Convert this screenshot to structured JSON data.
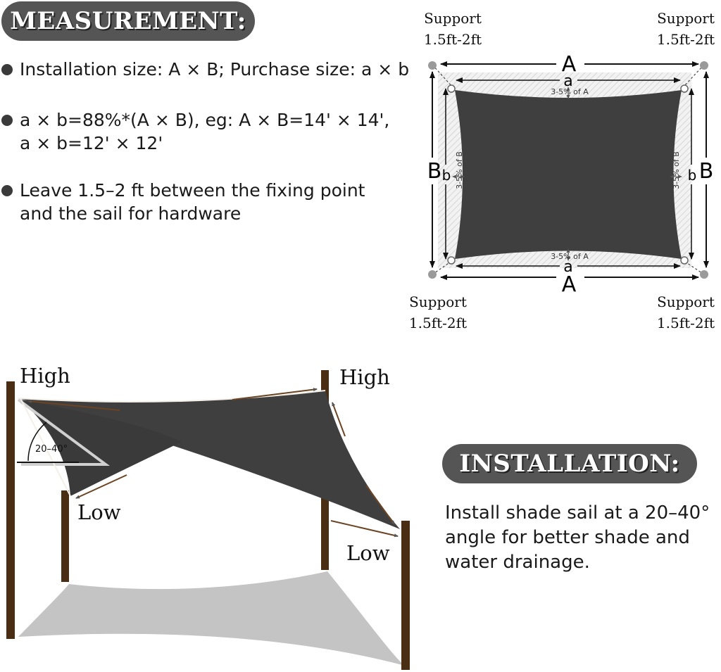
{
  "measurement": {
    "title": "MEASUREMENT:",
    "bullets": [
      "Installation size: A × B; Purchase size: a × b",
      "a × b=88%*(A × B), eg: A × B=14' × 14',",
      "a × b=12' × 12'",
      "Leave 1.5–2 ft between the fixing point",
      "and the sail for hardware"
    ]
  },
  "diagram": {
    "support_label": "Support",
    "support_range": "1.5ft-2ft",
    "big_a": "A",
    "small_a": "a",
    "big_b": "B",
    "small_b": "b",
    "pct_a": "3-5% of A",
    "pct_b": "3-5% of B"
  },
  "installation": {
    "title": "INSTALLATION:",
    "lines": [
      "Install shade sail at a 20–40°",
      "angle for better shade and",
      "water drainage."
    ],
    "high_label": "High",
    "low_label": "Low",
    "angle_label": "20–40°"
  },
  "colors": {
    "sail": "#3f3f3f",
    "post": "#4a2e14",
    "shadow": "#c4c4c4",
    "pill": "#555555"
  }
}
